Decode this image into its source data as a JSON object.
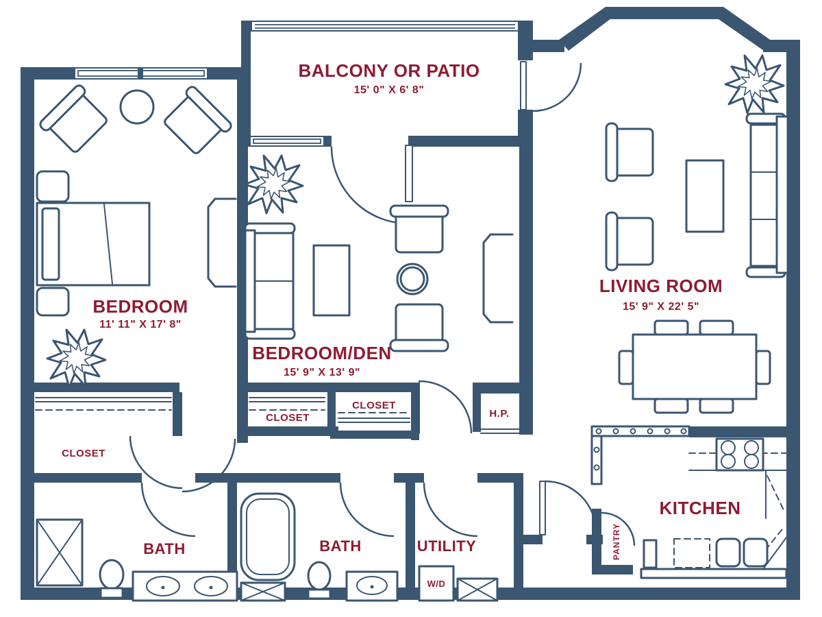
{
  "colors": {
    "wall": "#3B5671",
    "label": "#8E1B32",
    "background": "#FFFFFF"
  },
  "rooms": {
    "balcony": {
      "name": "BALCONY OR PATIO",
      "dimensions": "15' 0\" X 6' 8\""
    },
    "bedroom": {
      "name": "BEDROOM",
      "dimensions": "11' 11\" X 17' 8\""
    },
    "bedroom_den": {
      "name": "BEDROOM/DEN",
      "dimensions": "15' 9\" X 13' 9\""
    },
    "living_room": {
      "name": "LIVING ROOM",
      "dimensions": "15' 9\" X 22' 5\""
    },
    "kitchen": {
      "name": "KITCHEN"
    },
    "bath_left": {
      "name": "BATH"
    },
    "bath_middle": {
      "name": "BATH"
    },
    "utility": {
      "name": "UTILITY"
    },
    "pantry": {
      "name": "PANTRY"
    },
    "closet_bedroom": {
      "name": "CLOSET"
    },
    "closet_den_left": {
      "name": "CLOSET"
    },
    "closet_den_right": {
      "name": "CLOSET"
    },
    "heat_pump": {
      "name": "H.P."
    },
    "washer_dryer": {
      "name": "W/D"
    }
  }
}
